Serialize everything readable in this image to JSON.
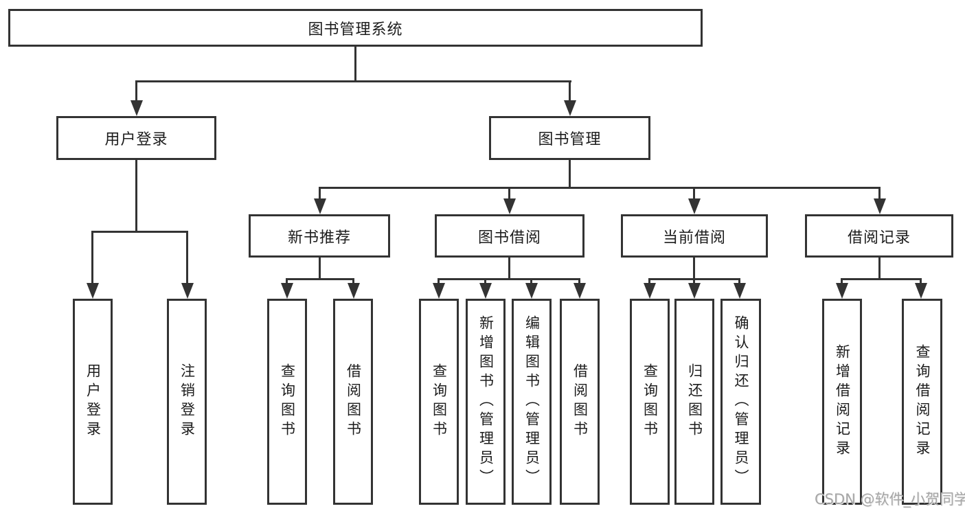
{
  "diagram": {
    "root": {
      "label": "图书管理系统"
    },
    "level2": [
      {
        "label": "用户登录"
      },
      {
        "label": "图书管理"
      }
    ],
    "level3": [
      {
        "label": "新书推荐"
      },
      {
        "label": "图书借阅"
      },
      {
        "label": "当前借阅"
      },
      {
        "label": "借阅记录"
      }
    ],
    "leaves": {
      "user_login": [
        {
          "label": "用户登录"
        },
        {
          "label": "注销登录"
        }
      ],
      "new_book": [
        {
          "label": "查询图书"
        },
        {
          "label": "借阅图书"
        }
      ],
      "book_borrow": [
        {
          "label": "查询图书"
        },
        {
          "label": "新增图书（管理员）"
        },
        {
          "label": "编辑图书（管理员）"
        },
        {
          "label": "借阅图书"
        }
      ],
      "current_borrow": [
        {
          "label": "查询图书"
        },
        {
          "label": "归还图书"
        },
        {
          "label": "确认归还（管理员）"
        }
      ],
      "borrow_records": [
        {
          "label": "新增借阅记录"
        },
        {
          "label": "查询借阅记录"
        }
      ]
    },
    "watermark": "CSDN @软件_小贺同学",
    "colors": {
      "line": "#333333",
      "text": "#1c1c1c",
      "watermark": "#a6a6a6",
      "background": "#ffffff"
    }
  }
}
